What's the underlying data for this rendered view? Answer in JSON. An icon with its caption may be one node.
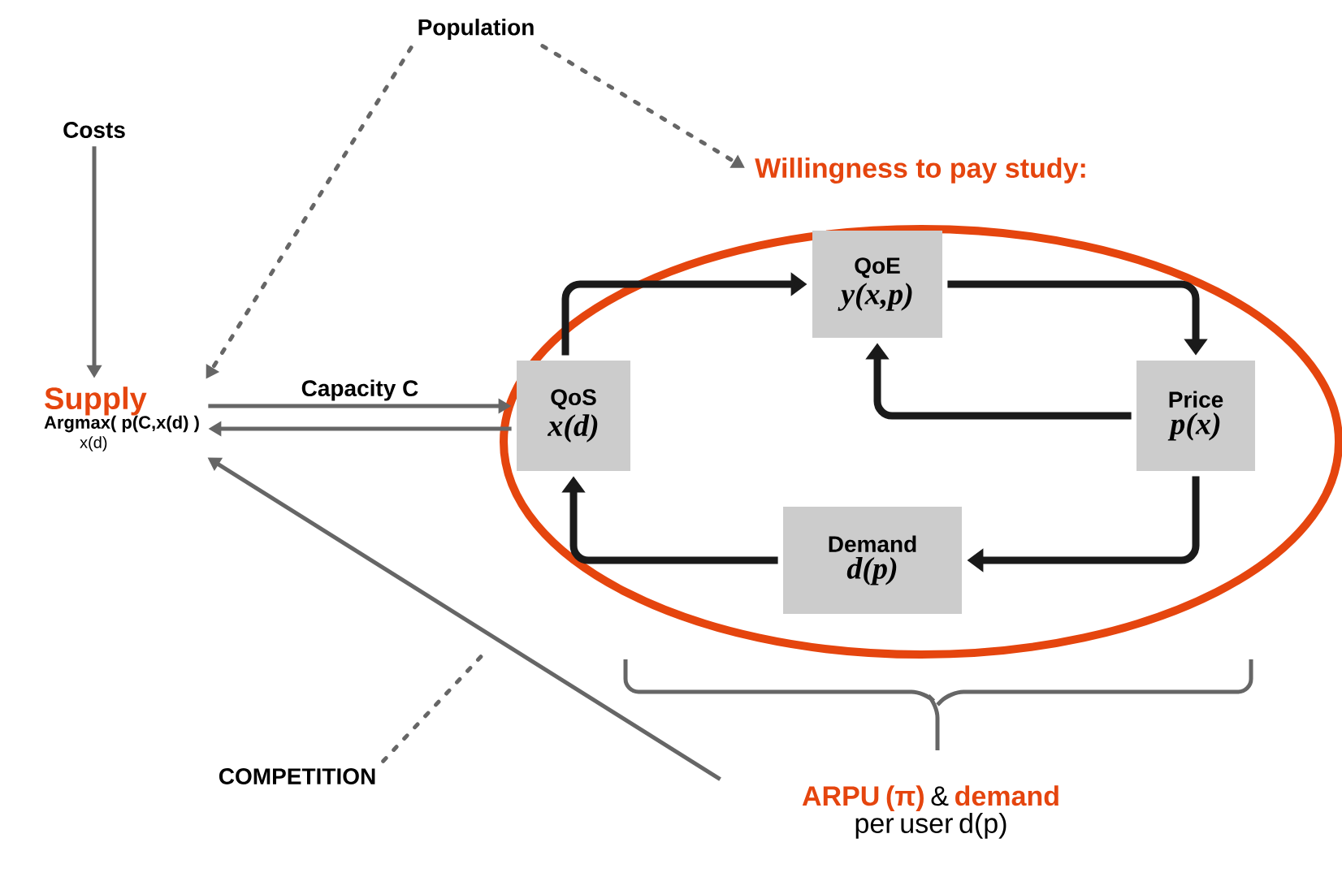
{
  "diagram": {
    "nodes": [
      {
        "text": [
          "Population"
        ]
      },
      {
        "text": [
          "Costs"
        ]
      },
      {
        "text": [
          "Supply",
          "Argmax( p(C,x(d) )",
          "x(d)"
        ]
      },
      {
        "text": [
          "Willingness to pay study:"
        ]
      },
      {
        "text": [
          "QoE",
          "y(x,p)"
        ],
        "in": 3
      },
      {
        "text": [
          "QoS",
          "x(d)"
        ],
        "in": 3
      },
      {
        "text": [
          "Price",
          "p(x)"
        ],
        "in": 3
      },
      {
        "text": [
          "Demand",
          "d(p)"
        ],
        "in": 3
      },
      {
        "text": [
          "**ARPU (π)** & **demand** per user d(p)"
        ]
      },
      {
        "text": [
          "COMPETITION"
        ]
      }
    ],
    "edges": [
      {
        "from": 0,
        "to": 2,
        "arrow": "to",
        "style": "dashed"
      },
      {
        "from": 0,
        "to": 3,
        "arrow": "to",
        "style": "dashed"
      },
      {
        "from": 1,
        "to": 2,
        "arrow": "to"
      },
      {
        "from": 2,
        "to": 5,
        "arrow": "to",
        "label": "Capacity C"
      },
      {
        "from": 5,
        "to": 2,
        "arrow": "to"
      },
      {
        "from": 8,
        "to": 2,
        "arrow": "to"
      },
      {
        "from": 9,
        "to": null,
        "arrow": "none",
        "style": "dashed"
      },
      {
        "from": 5,
        "to": 4,
        "arrow": "to",
        "style": "thick",
        "color": "#1a1a1a"
      },
      {
        "from": 4,
        "to": 6,
        "arrow": "to",
        "style": "thick",
        "color": "#1a1a1a"
      },
      {
        "from": 6,
        "to": 4,
        "arrow": "to",
        "style": "thick",
        "color": "#1a1a1a"
      },
      {
        "from": 6,
        "to": 7,
        "arrow": "to",
        "style": "thick",
        "color": "#1a1a1a"
      },
      {
        "from": 7,
        "to": 5,
        "arrow": "to",
        "style": "thick",
        "color": "#1a1a1a"
      }
    ]
  }
}
